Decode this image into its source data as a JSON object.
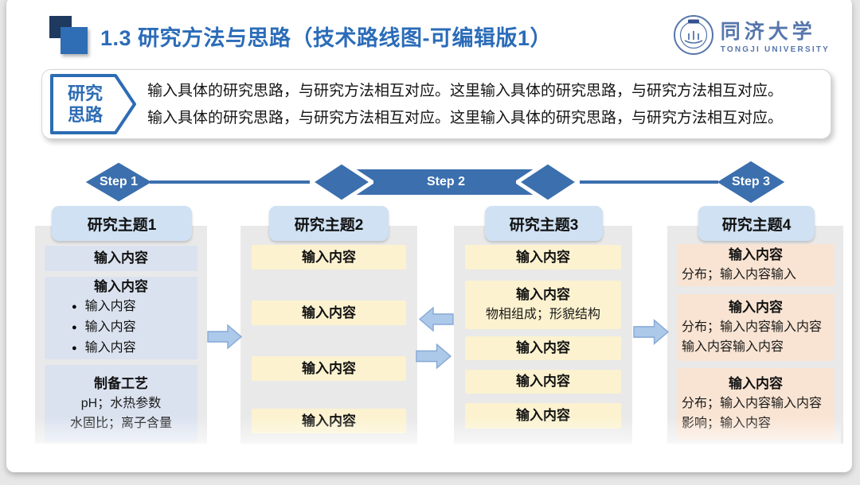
{
  "header": {
    "title": "1.3 研究方法与思路（技术路线图-可编辑版1）",
    "logo": {
      "cn": "同济大学",
      "en": "TONGJI UNIVERSITY"
    }
  },
  "intro": {
    "label_line1": "研究",
    "label_line2": "思路",
    "lines": [
      "输入具体的研究思路，与研究方法相互对应。这里输入具体的研究思路，与研究方法相互对应。",
      "输入具体的研究思路，与研究方法相互对应。这里输入具体的研究思路，与研究方法相互对应。"
    ]
  },
  "steps": {
    "step1": "Step 1",
    "step2": "Step 2",
    "step3": "Step 3"
  },
  "columns": [
    {
      "header": "研究主题1",
      "boxes": [
        {
          "title": "输入内容"
        },
        {
          "title": "输入内容",
          "bullets": [
            "输入内容",
            "输入内容",
            "输入内容"
          ]
        },
        {
          "title": "制备工艺",
          "lines": [
            "pH；水热参数",
            "水固比；离子含量"
          ]
        }
      ]
    },
    {
      "header": "研究主题2",
      "boxes": [
        {
          "title": "输入内容"
        },
        {
          "title": "输入内容"
        },
        {
          "title": "输入内容"
        },
        {
          "title": "输入内容"
        }
      ]
    },
    {
      "header": "研究主题3",
      "boxes": [
        {
          "title": "输入内容"
        },
        {
          "title": "输入内容",
          "lines": [
            "物相组成；形貌结构"
          ]
        },
        {
          "title": "输入内容"
        },
        {
          "title": "输入内容"
        },
        {
          "title": "输入内容"
        }
      ]
    },
    {
      "header": "研究主题4",
      "boxes": [
        {
          "title": "输入内容",
          "lines": [
            "分布；输入内容输入"
          ]
        },
        {
          "title": "输入内容",
          "lines": [
            "分布；输入内容输入内容输入内容输入内容"
          ]
        },
        {
          "title": "输入内容",
          "lines": [
            "分布；输入内容输入内容影响；输入内容"
          ]
        }
      ]
    }
  ],
  "glyphs": {
    "bullet": "●"
  },
  "colors": {
    "title_blue": "#2b6cb8",
    "step_blue": "#3b6fae",
    "header_box_blue": "#cfe1f3",
    "col1_box": "#dbe2ef",
    "cream_box": "#fcf2cf",
    "peach_box": "#f9e4d3",
    "arrow_fill": "#adc9e9",
    "container_gray": "#e9e9e9"
  }
}
